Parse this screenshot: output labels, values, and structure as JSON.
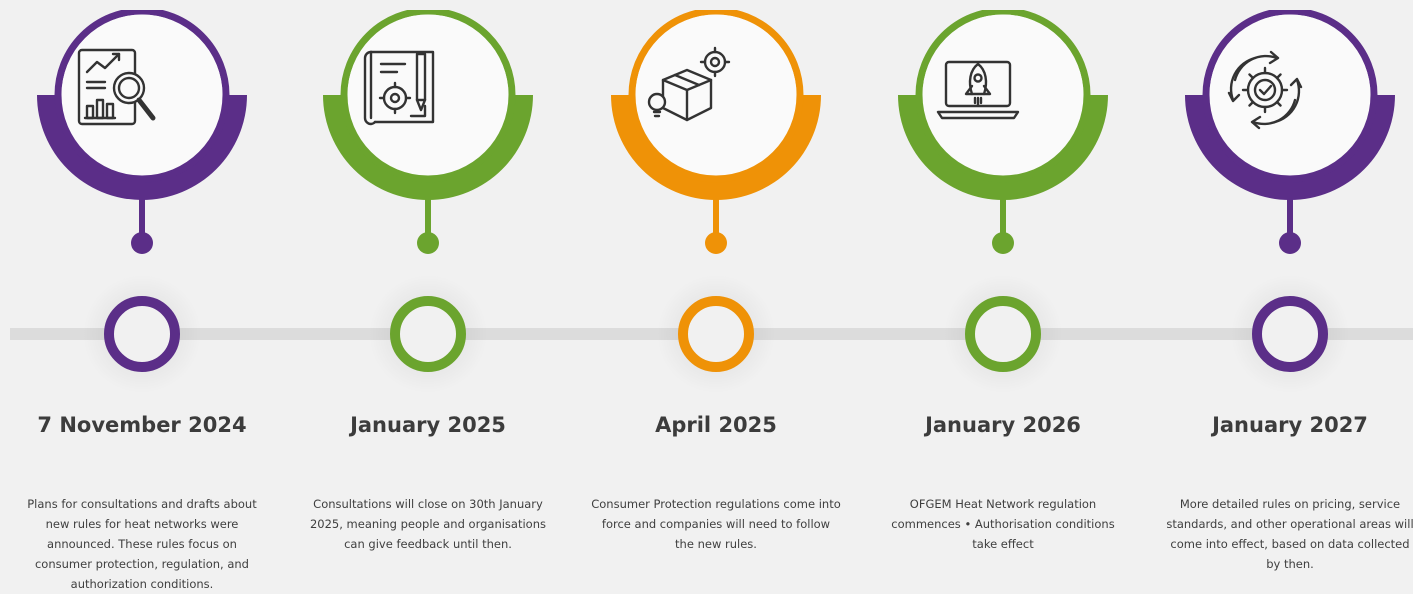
{
  "colors": {
    "purple": "#5b2e88",
    "green": "#6ba42e",
    "orange": "#ef9207",
    "line": "#dcdcdc",
    "icon": "#333333"
  },
  "milestones": [
    {
      "date": "7 November 2024",
      "color": "purple",
      "icon": "report-analysis-icon",
      "description": "Plans for consultations and drafts about new rules for heat networks were announced. These rules focus on consumer protection, regulation, and authorization conditions."
    },
    {
      "date": "January 2025",
      "color": "green",
      "icon": "blueprint-settings-icon",
      "description": "Consultations will close on 30th January 2025, meaning people and organisations can give feedback until then."
    },
    {
      "date": "April 2025",
      "color": "orange",
      "icon": "product-development-icon",
      "description": "Consumer Protection regulations come into force and companies will need to follow the new rules."
    },
    {
      "date": "January 2026",
      "color": "green",
      "icon": "laptop-rocket-icon",
      "description": "OFGEM Heat Network regulation commences • Authorisation conditions take effect"
    },
    {
      "date": "January 2027",
      "color": "purple",
      "icon": "gear-cycle-check-icon",
      "description": "More detailed rules on pricing, service standards, and other operational areas will come into effect, based on data collected by then."
    }
  ]
}
